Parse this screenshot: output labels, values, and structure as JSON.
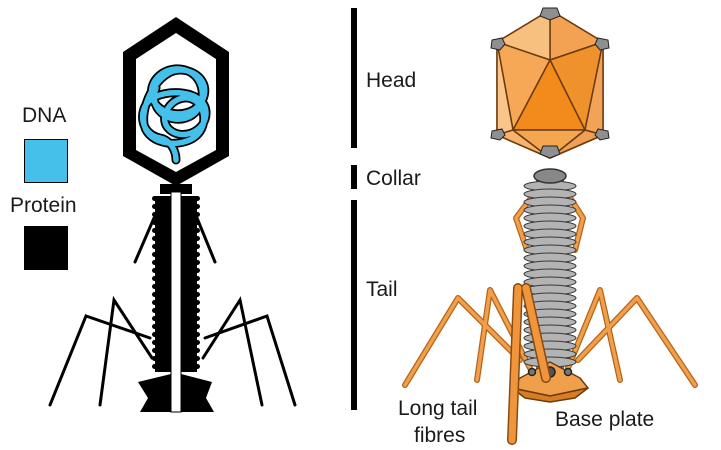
{
  "legend": {
    "dna_label": "DNA",
    "protein_label": "Protein",
    "dna_color": "#45c0ea",
    "protein_color": "#000000"
  },
  "parts": {
    "head": "Head",
    "collar": "Collar",
    "tail": "Tail"
  },
  "annotations": {
    "long_tail_fibres_line1": "Long tail",
    "long_tail_fibres_line2": "fibres",
    "base_plate": "Base plate"
  },
  "colors": {
    "capsid_orange": "#f0922b",
    "capsid_light": "#f6b26b",
    "sheath_gray": "#a8a8a8",
    "fibre_orange": "#e98a2e"
  }
}
